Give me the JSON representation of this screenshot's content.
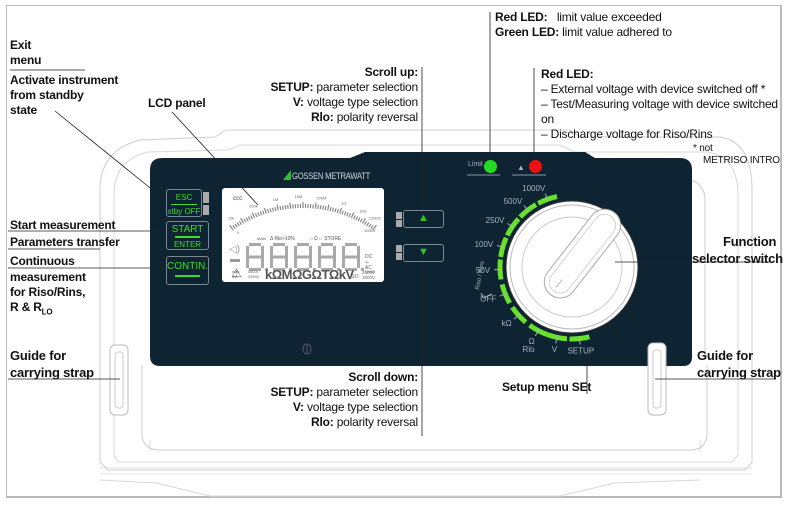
{
  "device": {
    "brand": "GOSSEN METRAWATT",
    "brand_color": "#2fbf2f",
    "panel_color": "#0e2433",
    "accent_green": "#66e22a",
    "buttons": {
      "esc": "ESC",
      "stby_off": "stby OFF",
      "start": "START",
      "enter": "ENTER",
      "contin": "CONTIN."
    },
    "leds": {
      "limit_label": "Limit",
      "limit_color": "#22dd22",
      "warning_color": "#ee1111"
    },
    "lcd": {
      "digits": "-8.8.8.8.8",
      "scale_labels": [
        "10k",
        "100k",
        "1M",
        "10M",
        "100M",
        "1G",
        "10G",
        "1200G",
        "1000V",
        "0"
      ],
      "indicators": [
        "MAN",
        "Δ Rlo>10%",
        "⇔Ω⇔ STORE",
        "DC",
        "AC",
        "TRMS",
        "max",
        "min",
        "DATA",
        "ZERO",
        "ISO",
        "2500V",
        "1000V"
      ],
      "units": "kΩMΩGΩTΩkV"
    },
    "selector_positions": [
      "1000V",
      "500V",
      "250V",
      "100V",
      "50V",
      "OFF",
      "kΩ",
      "Ω Rlo",
      "V",
      "SETUP"
    ],
    "selector_group_label": "Riso / Rins",
    "scroll_up_symbol": "▲",
    "scroll_down_symbol": "▼"
  },
  "annotations": {
    "exit_menu": [
      "Exit",
      "menu"
    ],
    "activate": [
      "Activate instrument",
      "from standby",
      "state"
    ],
    "lcd_panel": "LCD panel",
    "start_measurement": "Start measurement",
    "parameters_transfer": "Parameters transfer",
    "continuous": [
      "Continuous",
      "measurement",
      "for Riso/Rins,",
      "R & R",
      "LO"
    ],
    "guide_left": [
      "Guide for",
      "carrying strap"
    ],
    "guide_right": [
      "Guide for",
      "carrying strap"
    ],
    "scroll_up": {
      "title": "Scroll up:",
      "items": [
        {
          "key": "SETUP:",
          "text": " parameter selection"
        },
        {
          "key": "V:",
          "text": " voltage type selection"
        },
        {
          "key": "Rlo:",
          "text": " polarity reversal"
        }
      ]
    },
    "scroll_down": {
      "title": "Scroll down:",
      "items": [
        {
          "key": "SETUP:",
          "text": " parameter selection"
        },
        {
          "key": "V:",
          "text": " voltage type selection"
        },
        {
          "key": "Rlo:",
          "text": " polarity reversal"
        }
      ]
    },
    "limit_led": {
      "red_key": "Red LED:",
      "red_text": "limit value exceeded",
      "green_key": "Green LED:",
      "green_text": "limit value adhered to"
    },
    "warning_led": {
      "title": "Red LED:",
      "items": [
        "– External voltage with device switched off *",
        "– Test/Measuring voltage with device switched on",
        "– Discharge voltage for Riso/Rins"
      ]
    },
    "footnote": [
      "*  not",
      "METRISO INTRO"
    ],
    "function_selector": [
      "Function",
      "selector switch"
    ],
    "setup_menu": "Setup menu SEt"
  }
}
